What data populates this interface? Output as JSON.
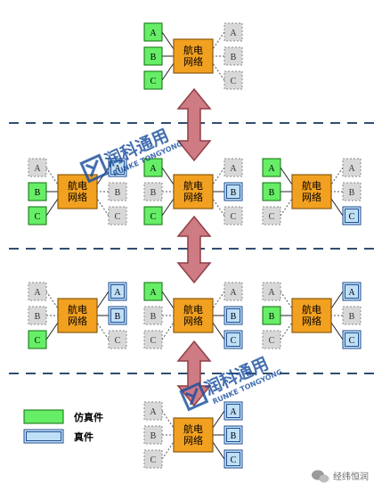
{
  "colors": {
    "sim_fill": "#66ee66",
    "sim_border": "#0f6f0f",
    "real_fill": "#bfdff7",
    "real_border": "#234f8f",
    "real_inner": "#ffffff",
    "placeholder_fill": "#d8d8d8",
    "placeholder_border": "#8a8a8a",
    "network_fill": "#f2a020",
    "network_border": "#8a5a10",
    "arrow_fill": "#cf7b83",
    "arrow_border": "#8f3f47",
    "separator": "#2f4f6f",
    "watermark": "#1a4f9f"
  },
  "network_label": [
    "航电",
    "网络"
  ],
  "legend": {
    "sim": "仿真件",
    "real": "真件"
  },
  "watermark": {
    "cn": "润科通用",
    "en": "RUNKE TONGYONG"
  },
  "footer": {
    "icon": "wechat-icon",
    "text": "经纬恒润"
  },
  "groups": [
    {
      "left": [
        {
          "label": "A",
          "state": "sim"
        },
        {
          "label": "B",
          "state": "sim"
        },
        {
          "label": "C",
          "state": "sim"
        }
      ],
      "right": [
        {
          "label": "A",
          "state": "empty"
        },
        {
          "label": "B",
          "state": "empty"
        },
        {
          "label": "C",
          "state": "empty"
        }
      ]
    },
    {
      "left": [
        {
          "label": "A",
          "state": "empty"
        },
        {
          "label": "B",
          "state": "sim"
        },
        {
          "label": "C",
          "state": "sim"
        }
      ],
      "right": [
        {
          "label": "A",
          "state": "real"
        },
        {
          "label": "B",
          "state": "empty"
        },
        {
          "label": "C",
          "state": "empty"
        }
      ]
    },
    {
      "left": [
        {
          "label": "A",
          "state": "sim"
        },
        {
          "label": "B",
          "state": "empty"
        },
        {
          "label": "C",
          "state": "sim"
        }
      ],
      "right": [
        {
          "label": "A",
          "state": "empty"
        },
        {
          "label": "B",
          "state": "real"
        },
        {
          "label": "C",
          "state": "empty"
        }
      ]
    },
    {
      "left": [
        {
          "label": "A",
          "state": "sim"
        },
        {
          "label": "B",
          "state": "sim"
        },
        {
          "label": "C",
          "state": "empty"
        }
      ],
      "right": [
        {
          "label": "A",
          "state": "empty"
        },
        {
          "label": "B",
          "state": "empty"
        },
        {
          "label": "C",
          "state": "real"
        }
      ]
    },
    {
      "left": [
        {
          "label": "A",
          "state": "empty"
        },
        {
          "label": "B",
          "state": "empty"
        },
        {
          "label": "C",
          "state": "sim"
        }
      ],
      "right": [
        {
          "label": "A",
          "state": "real"
        },
        {
          "label": "B",
          "state": "real"
        },
        {
          "label": "C",
          "state": "empty"
        }
      ]
    },
    {
      "left": [
        {
          "label": "A",
          "state": "sim"
        },
        {
          "label": "B",
          "state": "empty"
        },
        {
          "label": "C",
          "state": "empty"
        }
      ],
      "right": [
        {
          "label": "A",
          "state": "empty"
        },
        {
          "label": "B",
          "state": "real"
        },
        {
          "label": "C",
          "state": "real"
        }
      ]
    },
    {
      "left": [
        {
          "label": "A",
          "state": "empty"
        },
        {
          "label": "B",
          "state": "sim"
        },
        {
          "label": "C",
          "state": "empty"
        }
      ],
      "right": [
        {
          "label": "A",
          "state": "real"
        },
        {
          "label": "B",
          "state": "empty"
        },
        {
          "label": "C",
          "state": "real"
        }
      ]
    },
    {
      "left": [
        {
          "label": "A",
          "state": "empty"
        },
        {
          "label": "B",
          "state": "empty"
        },
        {
          "label": "C",
          "state": "empty"
        }
      ],
      "right": [
        {
          "label": "A",
          "state": "real"
        },
        {
          "label": "B",
          "state": "real"
        },
        {
          "label": "C",
          "state": "real"
        }
      ]
    }
  ]
}
